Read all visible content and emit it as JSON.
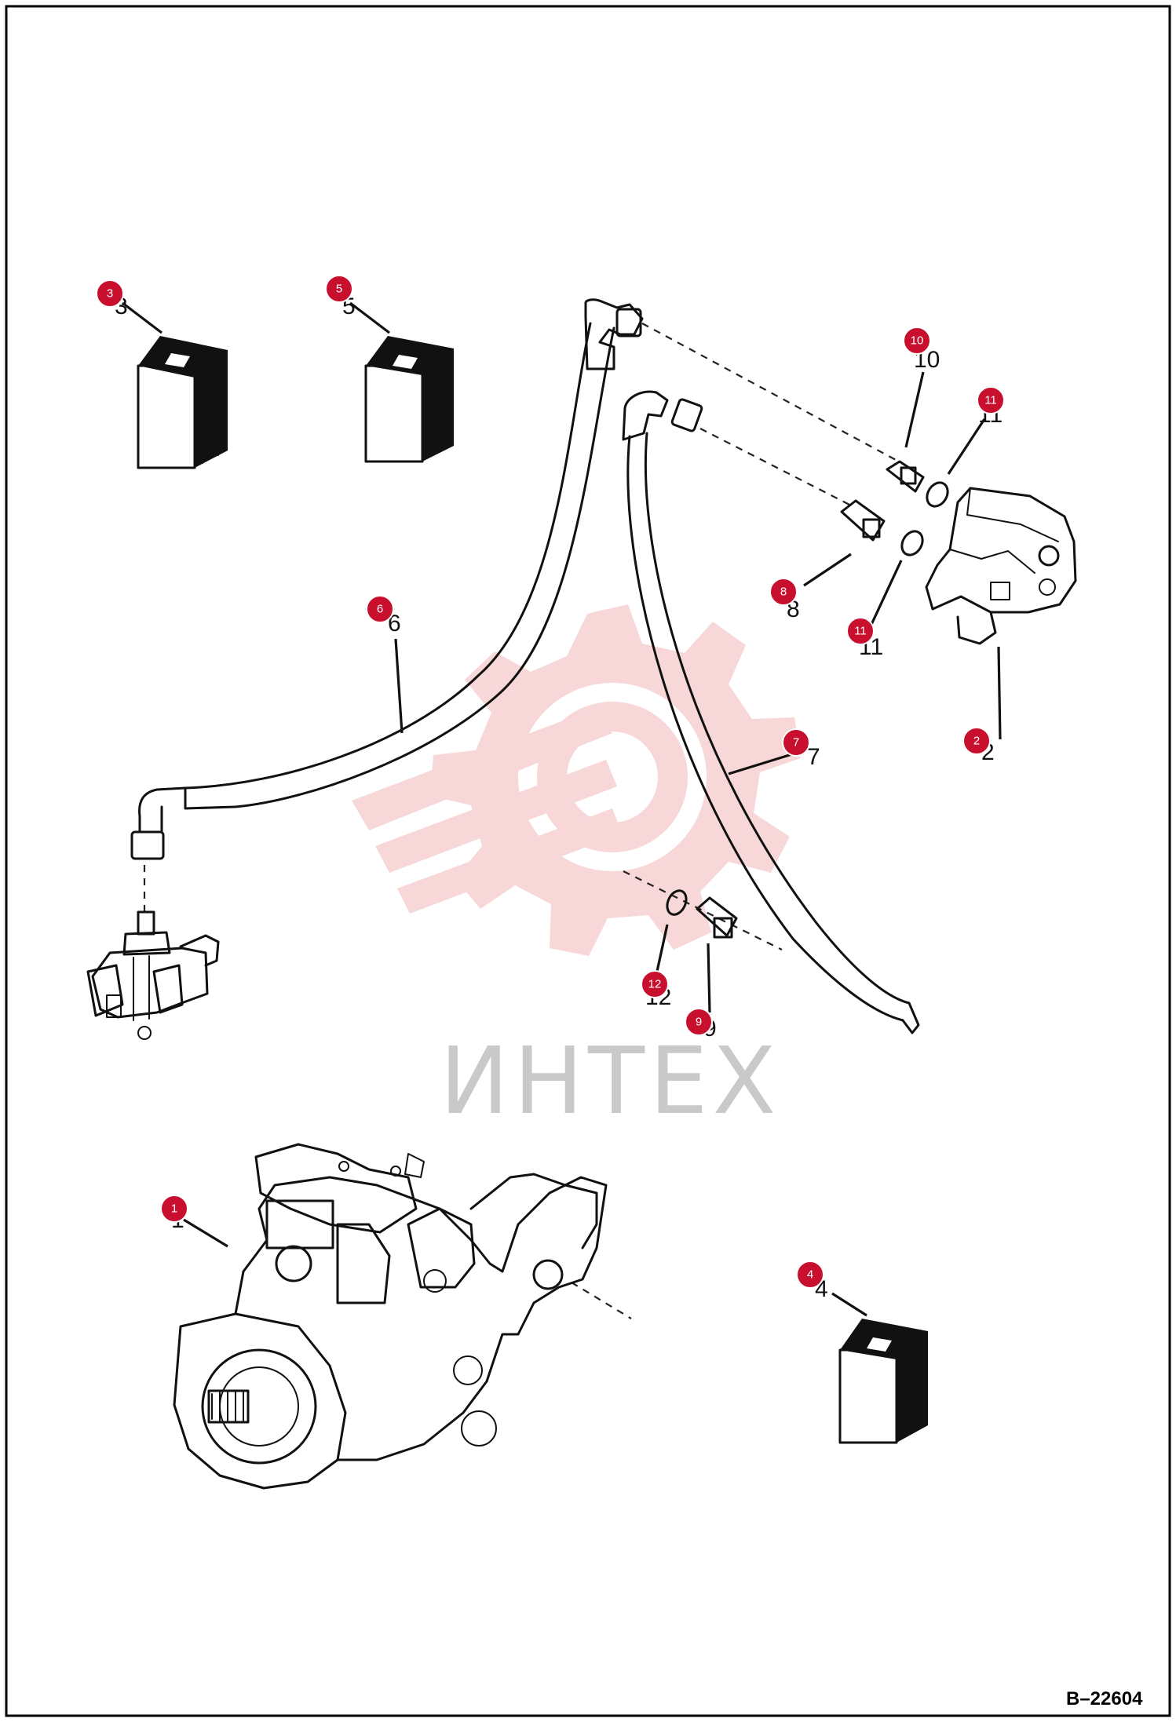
{
  "drawing": {
    "code": "B–22604",
    "watermark": "ИНТЕХ"
  },
  "colors": {
    "callout": "#c8102e",
    "watermark": "#f4c9c9",
    "line": "#111111"
  },
  "callouts": [
    "1",
    "2",
    "3",
    "4",
    "5",
    "6",
    "7",
    "8",
    "9",
    "10",
    "11",
    "11",
    "12"
  ],
  "icons": [
    "box-icon",
    "box-icon",
    "box-icon",
    "hydraulic-pump-icon",
    "valve-block-icon",
    "tandem-valve-icon",
    "hose-icon",
    "hose-icon",
    "fitting-icon",
    "fitting-icon",
    "fitting-icon",
    "o-ring-icon",
    "o-ring-icon",
    "o-ring-icon"
  ]
}
